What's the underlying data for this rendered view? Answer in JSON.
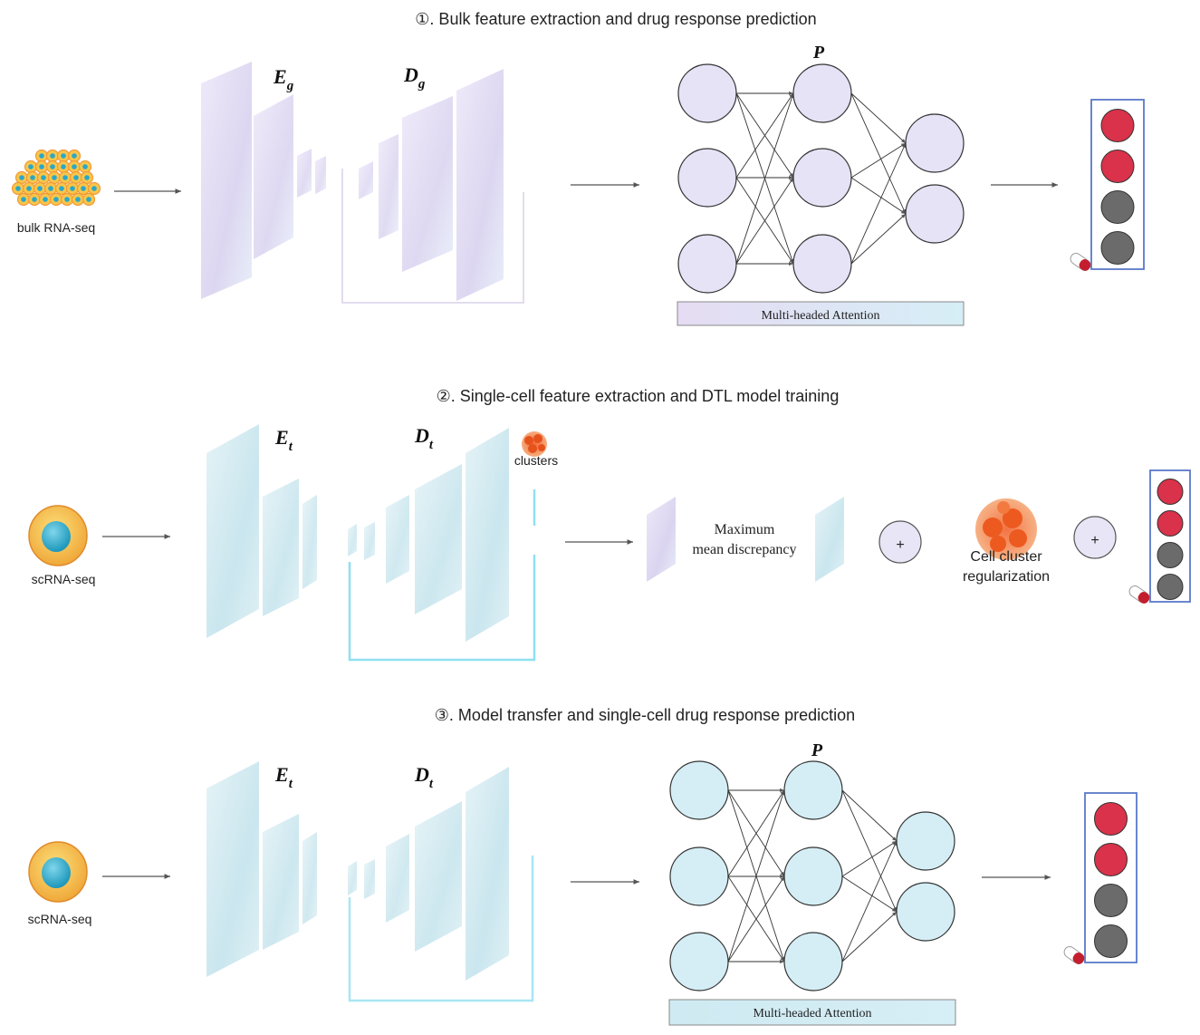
{
  "panels": [
    {
      "id": "bulk",
      "title": "①. Bulk feature extraction and drug response prediction",
      "input_label": "bulk RNA-seq",
      "encoder_label": "E",
      "encoder_sub": "g",
      "decoder_label": "D",
      "decoder_sub": "g",
      "predictor_label": "P",
      "attention_label": "Multi-headed Attention",
      "output_dots": [
        "red",
        "red",
        "gray",
        "gray"
      ]
    },
    {
      "id": "single-cell-training",
      "title": "②. Single-cell feature extraction and DTL model training",
      "input_label": "scRNA-seq",
      "encoder_label": "E",
      "encoder_sub": "t",
      "decoder_label": "D",
      "decoder_sub": "t",
      "clusters_label": "clusters",
      "mmd_line1": "Maximum",
      "mmd_line2": "mean discrepancy",
      "plus_symbol": "+",
      "regularization_line1": "Cell cluster",
      "regularization_line2": "regularization",
      "output_dots": [
        "red",
        "red",
        "gray",
        "gray"
      ]
    },
    {
      "id": "transfer",
      "title": "③. Model transfer and single-cell drug response prediction",
      "input_label": "scRNA-seq",
      "encoder_label": "E",
      "encoder_sub": "t",
      "decoder_label": "D",
      "decoder_sub": "t",
      "predictor_label": "P",
      "attention_label": "Multi-headed Attention",
      "output_dots": [
        "red",
        "red",
        "gray",
        "gray"
      ]
    }
  ],
  "colors": {
    "bulk_layer": "#d9d2ee",
    "single_cell_layer": "#c9e6ee",
    "node_purple": "#e6e3f7",
    "node_blue": "#d5eef5",
    "output_red": "#d9324a",
    "output_gray": "#6b6b6b",
    "output_border": "#5a78c8",
    "cell_orange": "#f29a3a",
    "cell_yellow": "#f7c64a",
    "cell_blue": "#2aa7c9",
    "cluster_orange": "#ef6a2c"
  }
}
